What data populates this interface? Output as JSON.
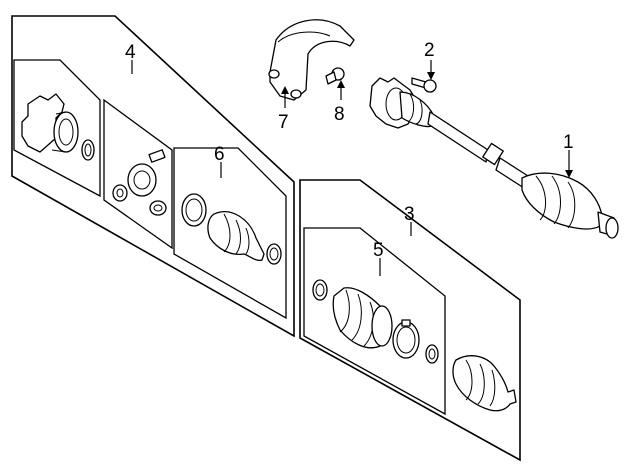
{
  "diagram": {
    "callouts": [
      {
        "id": "1",
        "label": "1"
      },
      {
        "id": "2",
        "label": "2"
      },
      {
        "id": "3",
        "label": "3"
      },
      {
        "id": "4",
        "label": "4"
      },
      {
        "id": "5",
        "label": "5"
      },
      {
        "id": "6",
        "label": "6"
      },
      {
        "id": "7",
        "label": "7"
      },
      {
        "id": "8",
        "label": "8"
      }
    ],
    "line_color": "#000000",
    "background_color": "#ffffff"
  }
}
